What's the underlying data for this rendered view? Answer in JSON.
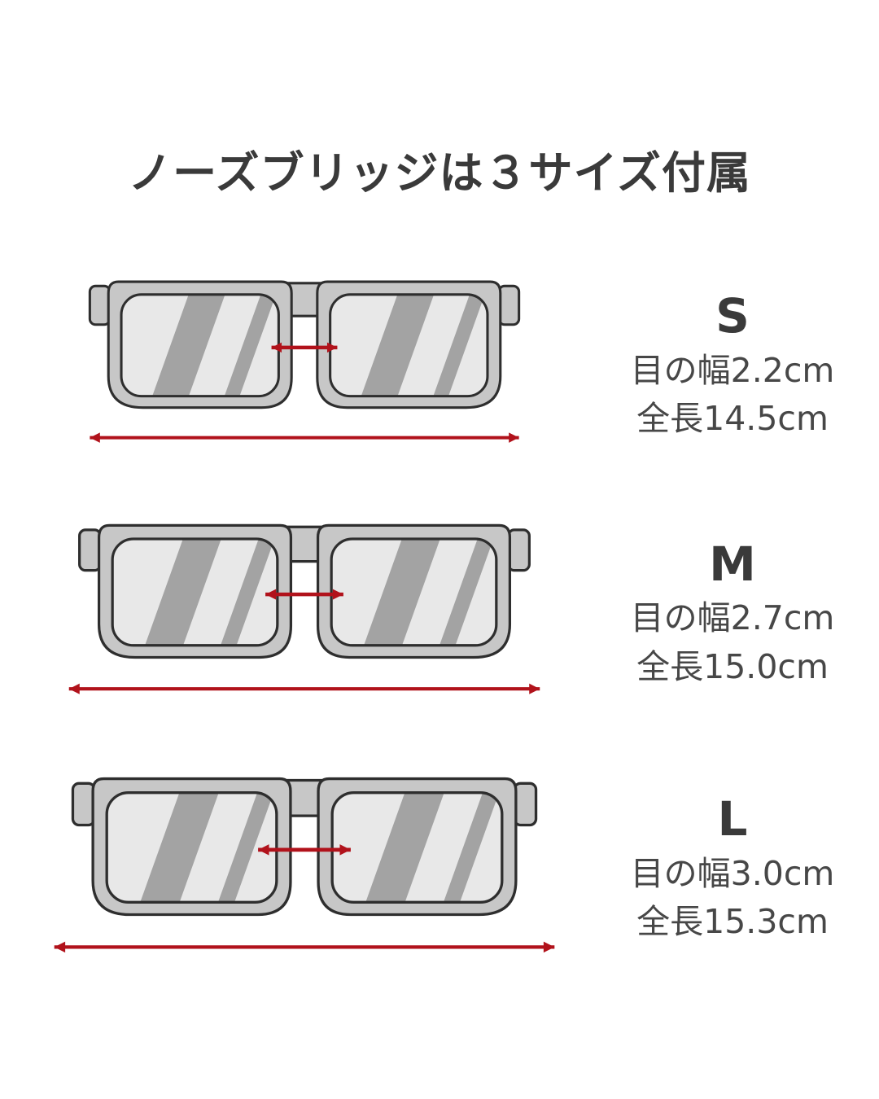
{
  "title": "ノーズブリッジは３サイズ付属",
  "sizes": [
    {
      "label": "S",
      "eye_width": "目の幅2.2cm",
      "total_length": "全長14.5cm"
    },
    {
      "label": "M",
      "eye_width": "目の幅2.7cm",
      "total_length": "全長15.0cm"
    },
    {
      "label": "L",
      "eye_width": "目の幅3.0cm",
      "total_length": "全長15.3cm"
    }
  ],
  "colors": {
    "arrow": "#b1121b",
    "frame": "#c7c7c7",
    "outline": "#2e2e2e",
    "lens": "#e8e8e8",
    "stripe": "#a3a3a3",
    "title_text": "#3a3a3a",
    "body_text": "#474747"
  }
}
